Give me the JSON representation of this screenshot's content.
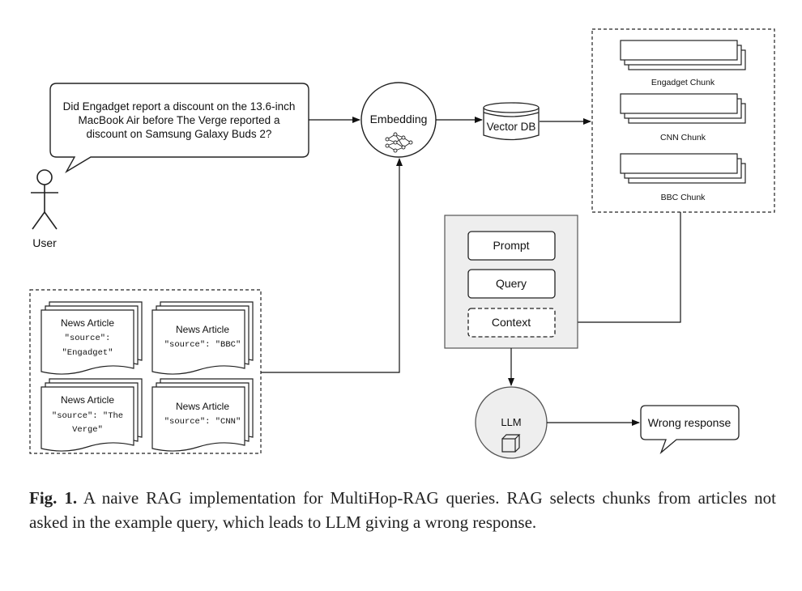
{
  "user": {
    "label": "User"
  },
  "question": {
    "lines": [
      "Did Engadget report a discount on the 13.6-inch",
      "MacBook Air before The Verge reported a",
      "discount on Samsung Galaxy Buds 2?"
    ]
  },
  "embedding": {
    "label": "Embedding"
  },
  "vector_db": {
    "label": "Vector DB"
  },
  "chunks": [
    {
      "label": "Engadget Chunk"
    },
    {
      "label": "CNN Chunk"
    },
    {
      "label": "BBC Chunk"
    }
  ],
  "articles": [
    {
      "title": "News Article",
      "source_lines": [
        "\"source\":",
        "\"Engadget\""
      ]
    },
    {
      "title": "News Article",
      "source_lines": [
        "\"source\": \"BBC\""
      ]
    },
    {
      "title": "News Article",
      "source_lines": [
        "\"source\": \"The",
        "Verge\""
      ]
    },
    {
      "title": "News Article",
      "source_lines": [
        "\"source\": \"CNN\""
      ]
    }
  ],
  "prompt_stack": {
    "prompt": "Prompt",
    "query": "Query",
    "context": "Context"
  },
  "llm": {
    "label": "LLM"
  },
  "output": {
    "label": "Wrong response"
  },
  "caption": {
    "fig_label": "Fig. 1.",
    "text": " A naive RAG implementation for MultiHop-RAG queries. RAG selects chunks from articles not asked in the example query, which leads to LLM giving a wrong response."
  }
}
